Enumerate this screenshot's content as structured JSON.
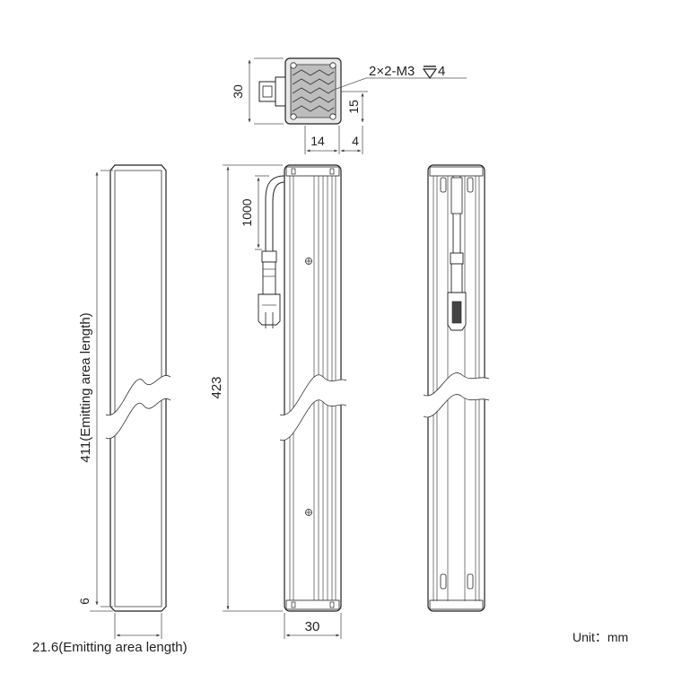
{
  "drawing": {
    "top_view": {
      "height_label": "30",
      "depth_label": "15",
      "offset_label_a": "14",
      "offset_label_b": "4",
      "thread_note": "2×2-M3",
      "thread_depth": "4"
    },
    "front_view": {
      "emitting_length_label": "411(Emitting area length)",
      "end_margin_label": "6",
      "emitting_width_label": "21.6(Emitting area length)"
    },
    "side_view": {
      "total_length_label": "423",
      "cable_length_label": "1000",
      "width_label": "30"
    },
    "unit_note": "Unit：mm"
  }
}
